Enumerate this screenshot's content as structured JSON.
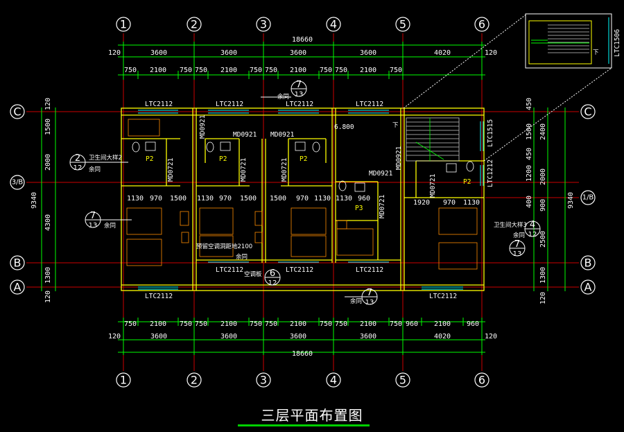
{
  "title": "三层平面布置图",
  "grid": {
    "columns": [
      "1",
      "2",
      "3",
      "4",
      "5",
      "6"
    ],
    "rows": [
      "C",
      "3/B",
      "B",
      "A"
    ],
    "right_rows": [
      "C",
      "1/B",
      "B",
      "A"
    ]
  },
  "dims": {
    "overall": "18660",
    "bays": [
      "3600",
      "3600",
      "3600",
      "3600",
      "4020"
    ],
    "edge": "120",
    "top_windows": [
      "750",
      "2100",
      "750",
      "750",
      "2100",
      "750",
      "750",
      "2100",
      "750",
      "750",
      "2100",
      "750"
    ],
    "bottom_windows": [
      "750",
      "2100",
      "750",
      "750",
      "2100",
      "750",
      "750",
      "2100",
      "750",
      "750",
      "2100",
      "750",
      "960",
      "2100",
      "960"
    ],
    "left_vertical": [
      "120",
      "1500",
      "2000",
      "4300",
      "1300",
      "120"
    ],
    "left_total": "9340",
    "right_vertical": [
      "450",
      "1500",
      "2400",
      "450",
      "1200",
      "2000",
      "400",
      "900",
      "2500",
      "1300",
      "120"
    ],
    "right_total": "9340",
    "interior": [
      "1130",
      "970",
      "1500",
      "1130",
      "970",
      "1500",
      "1500",
      "970",
      "1130",
      "1130",
      "960",
      "1920",
      "970",
      "1130"
    ]
  },
  "labels": {
    "windows_top": [
      "LTC2112",
      "LTC2112",
      "LTC2112",
      "LTC2112"
    ],
    "windows_bottom": [
      "LTC2112",
      "LTC2112",
      "LTC2112",
      "LTC2112",
      "LTC2112"
    ],
    "windows_side": [
      "LTC1515",
      "LTC1212",
      "LTC1506"
    ],
    "doors": [
      "MD0921",
      "MD0921",
      "MD0921",
      "MD0921",
      "MD0921",
      "MD0721",
      "MD0721",
      "MD0721",
      "MD0721",
      "MD0721"
    ],
    "elevation": "6.800",
    "p_marks": [
      "P2",
      "P2",
      "P2",
      "P2",
      "P3"
    ],
    "down_arrow": "下",
    "notes": [
      "卫生间大样2",
      "卫生间大样3",
      "预留空调洞距地2100",
      "空调板",
      "余同",
      "余同",
      "余同",
      "余同",
      "余同",
      "余同"
    ],
    "detail_refs": [
      {
        "top": "7",
        "bottom": "13"
      },
      {
        "top": "2",
        "bottom": "12"
      },
      {
        "top": "7",
        "bottom": "13"
      },
      {
        "top": "6",
        "bottom": "12"
      },
      {
        "top": "7",
        "bottom": "13"
      },
      {
        "top": "4",
        "bottom": "12"
      },
      {
        "top": "7",
        "bottom": "13"
      }
    ]
  },
  "colors": {
    "background": "#000000",
    "dim_lines": "#00ff00",
    "walls": "#ffff00",
    "axis": "#ff0000",
    "text": "#ffffff",
    "fixtures": "#ff8000",
    "stairs": "#cccccc",
    "underline": "#00d000"
  }
}
